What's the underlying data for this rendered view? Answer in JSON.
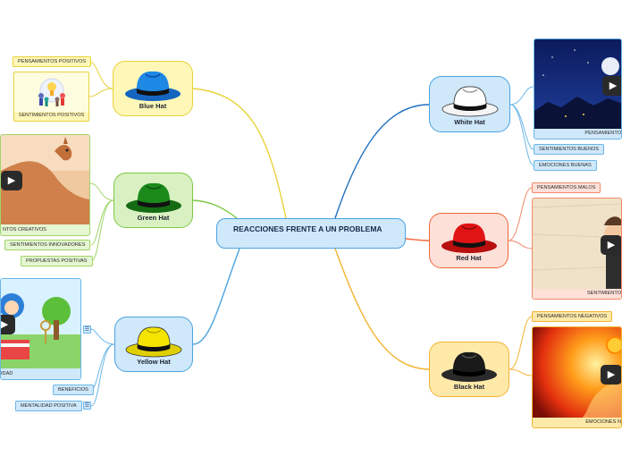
{
  "central": {
    "title": "REACCIONES FRENTE A UN PROBLEMA"
  },
  "hats": {
    "blue": {
      "label": "Blue Hat",
      "color": "#1e88e5"
    },
    "green": {
      "label": "Green Hat",
      "color": "#1b8a1b"
    },
    "yellow": {
      "label": "Yellow Hat",
      "color": "#f5e400"
    },
    "white": {
      "label": "White Hat",
      "color": "#ffffff"
    },
    "red": {
      "label": "Red Hat",
      "color": "#e01414"
    },
    "black": {
      "label": "Black Hat",
      "color": "#1a1a1a"
    }
  },
  "branches": {
    "blue": {
      "items": [
        "PENSAMIENTOS POSITIVOS",
        "SENTIMIENTOS POSITIVOS"
      ]
    },
    "green": {
      "items": [
        "NTOS CREATIVOS",
        "SENTIMIENTOS INNOVADORES",
        "PROPUESTAS POSITIVAS"
      ]
    },
    "yellow": {
      "items": [
        "IDAD",
        "BENEFICIOS",
        "MENTALIDAD POSITIVA"
      ]
    },
    "white": {
      "items": [
        "PENSAMIENTO",
        "SENTIMIENTOS BUENOS",
        "EMOCIONES BUENAS"
      ]
    },
    "red": {
      "items": [
        "PENSAMIENTOS MALOS",
        "SENTIMIENTO"
      ]
    },
    "black": {
      "items": [
        "PENSAMIENTOS NEGATIVOS",
        "EMOCIONES N"
      ]
    }
  },
  "colors": {
    "branch_blue_hat": "#e7d23a",
    "branch_green_hat": "#7fc545",
    "branch_yellow_hat": "#4aa3e0",
    "branch_white_hat": "#1f6fbf",
    "branch_red_hat": "#f2673a",
    "branch_black_hat": "#f3b432"
  },
  "icons": {
    "play": "▶",
    "note": "☰"
  }
}
